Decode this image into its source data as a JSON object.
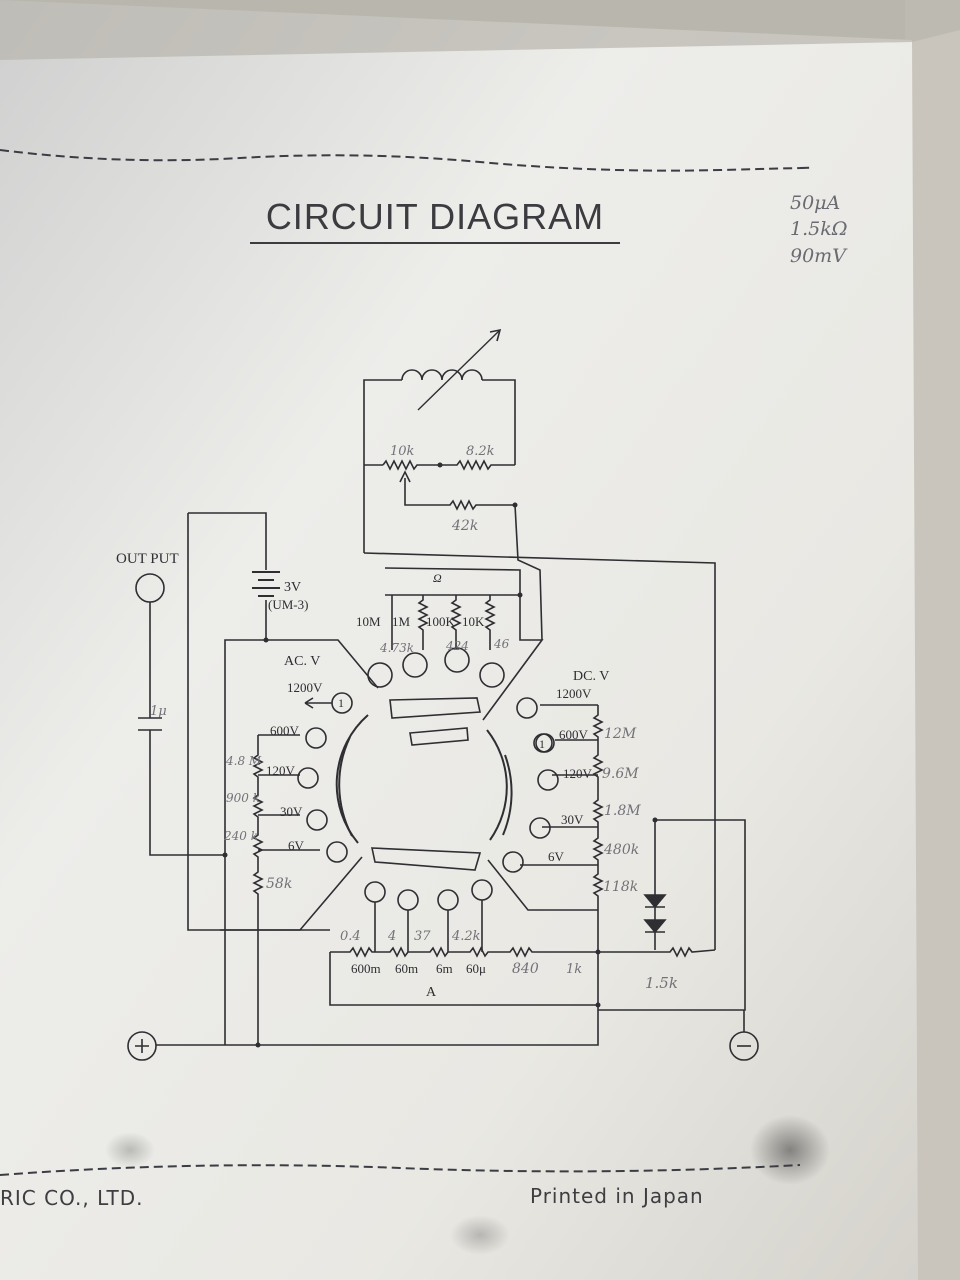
{
  "document": {
    "title": "CIRCUIT DIAGRAM",
    "handwritten_notes": [
      "50μA",
      "1.5kΩ",
      "90mV"
    ],
    "footer_left": "RIC CO., LTD.",
    "footer_right": "Printed in Japan"
  },
  "labels": {
    "output": "OUT PUT",
    "battery_voltage": "3V",
    "battery_type": "(UM-3)",
    "ohm_symbol": "Ω",
    "ac_v": "AC. V",
    "dc_v": "DC. V",
    "amps": "A",
    "ohm_ranges": [
      "10M",
      "1M",
      "100K",
      "10K"
    ],
    "ac_ranges": [
      "1200V",
      "600V",
      "120V",
      "30V",
      "6V"
    ],
    "dc_ranges": [
      "1200V",
      "600V",
      "120V",
      "30V",
      "6V"
    ],
    "current_ranges": [
      "600m",
      "60m",
      "6m",
      "60μ"
    ],
    "marker_1": "1"
  },
  "pencil_annotations": {
    "top_resistors": [
      "10k",
      "8.2k",
      "42k"
    ],
    "ohm_resistors": [
      "4.73k",
      "424",
      "46"
    ],
    "ac_resistors": [
      "4.8 M",
      "900 k",
      "240 k",
      "58k"
    ],
    "dc_resistors": [
      "12M",
      "9.6M",
      "1.8M",
      "480k",
      "118k"
    ],
    "shunt_resistors": [
      "0.4",
      "4",
      "37",
      "4.2k"
    ],
    "bottom_resistors": [
      "840",
      "1k",
      "1.5k"
    ],
    "output_cap": "1μ"
  }
}
